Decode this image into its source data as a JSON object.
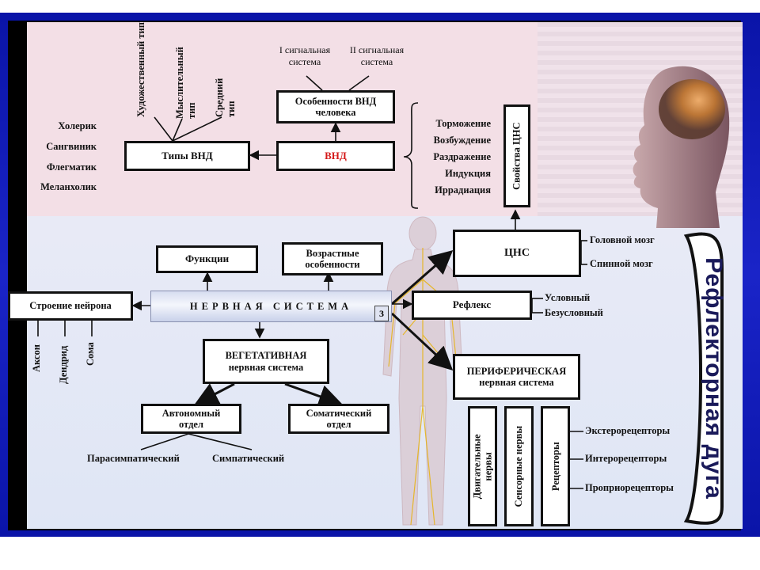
{
  "diagram": {
    "types_vnd": {
      "box": "Типы ВНД",
      "kinds": [
        "Художественный тип",
        "Мыслительный тип",
        "Средний тип"
      ],
      "temperaments": [
        "Холерик",
        "Сангвиник",
        "Флегматик",
        "Меланхолик"
      ]
    },
    "vnd": {
      "box": "ВНД",
      "box_color": "#d41818",
      "features_box": "Особенности ВНД человека",
      "signal_1": "I сигнальная система",
      "signal_2": "II сигнальная система",
      "processes": [
        "Торможение",
        "Возбуждение",
        "Раздражение",
        "Индукция",
        "Иррадиация"
      ],
      "cns_props": "Свойства ЦНС"
    },
    "cns": {
      "box": "ЦНС",
      "parts": [
        "Головной мозг",
        "Спинной мозг"
      ]
    },
    "nervous_system": {
      "label": "НЕРВНАЯ СИСТЕМА",
      "badge": "3",
      "functions": "Функции",
      "age_features": "Возрастные особенности",
      "neuron": {
        "box": "Строение нейрона",
        "parts": [
          "Аксон",
          "Дендрид",
          "Сома"
        ]
      },
      "reflex": {
        "box": "Рефлекс",
        "kinds": [
          "Условный",
          "Безусловный"
        ]
      }
    },
    "vegetative": {
      "box": "ВЕГЕТАТИВНАЯ нервная система",
      "autonomic": "Автономный отдел",
      "somatic": "Соматический отдел",
      "divisions": [
        "Парасимпатический",
        "Симпатический"
      ]
    },
    "peripheral": {
      "box": "ПЕРИФЕРИЧЕСКАЯ нервная система",
      "motor": "Двигательные нервы",
      "sensory": "Сенсорные нервы",
      "receptors": "Рецепторы",
      "receptor_types": [
        "Экстерорецепторы",
        "Интерорецепторы",
        "Проприорецепторы"
      ]
    },
    "reflex_arc": "Рефлекторная дуга"
  }
}
